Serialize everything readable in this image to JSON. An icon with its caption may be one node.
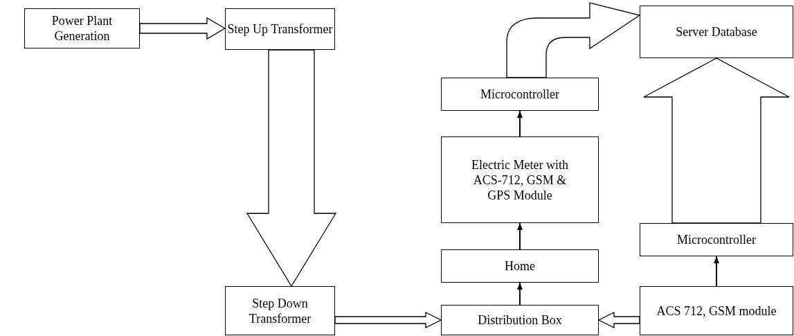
{
  "diagram": {
    "nodes": [
      {
        "text": [
          "Power Plant Generation"
        ]
      },
      {
        "text": [
          "Step Up Transformer"
        ]
      },
      {
        "text": [
          "Server Database"
        ]
      },
      {
        "text": [
          "Microcontroller"
        ]
      },
      {
        "text": [
          "Electric Meter with ACS-712, GSM & GPS Module"
        ]
      },
      {
        "text": [
          "Microcontroller"
        ]
      },
      {
        "text": [
          "Home"
        ]
      },
      {
        "text": [
          "Step Down Transformer"
        ]
      },
      {
        "text": [
          "Distribution Box"
        ]
      },
      {
        "text": [
          "ACS 712, GSM module"
        ]
      }
    ],
    "edges": [
      {
        "from": 0,
        "to": 1,
        "arrow": "to"
      },
      {
        "from": 1,
        "to": 7,
        "arrow": "to"
      },
      {
        "from": 7,
        "to": 8,
        "arrow": "to"
      },
      {
        "from": 9,
        "to": 8,
        "arrow": "to"
      },
      {
        "from": 8,
        "to": 6,
        "arrow": "to"
      },
      {
        "from": 6,
        "to": 4,
        "arrow": "to"
      },
      {
        "from": 4,
        "to": 3,
        "arrow": "to"
      },
      {
        "from": 3,
        "to": 2,
        "arrow": "to"
      },
      {
        "from": 9,
        "to": 5,
        "arrow": "to"
      },
      {
        "from": 5,
        "to": 2,
        "arrow": "to"
      }
    ]
  }
}
